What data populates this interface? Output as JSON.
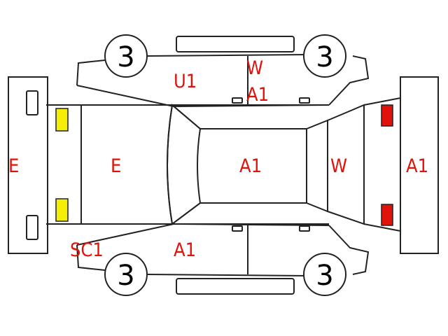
{
  "colors": {
    "label": "#e0120a",
    "outline": "#222222",
    "front_lamp": "#f5ee06",
    "rear_lamp": "#e0120a"
  },
  "wheels": {
    "front_left": "3",
    "rear_left": "3",
    "front_right": "3",
    "rear_right": "3"
  },
  "labels": {
    "front_bumper": "E",
    "hood": "E",
    "roof": "A1",
    "rear_glass": "W",
    "rear_bumper": "A1",
    "upper_front_pillar": "U1",
    "upper_rear_door_1": "W",
    "upper_rear_door_2": "A1",
    "lower_front_fender": "SC1",
    "lower_front_door": "A1"
  }
}
